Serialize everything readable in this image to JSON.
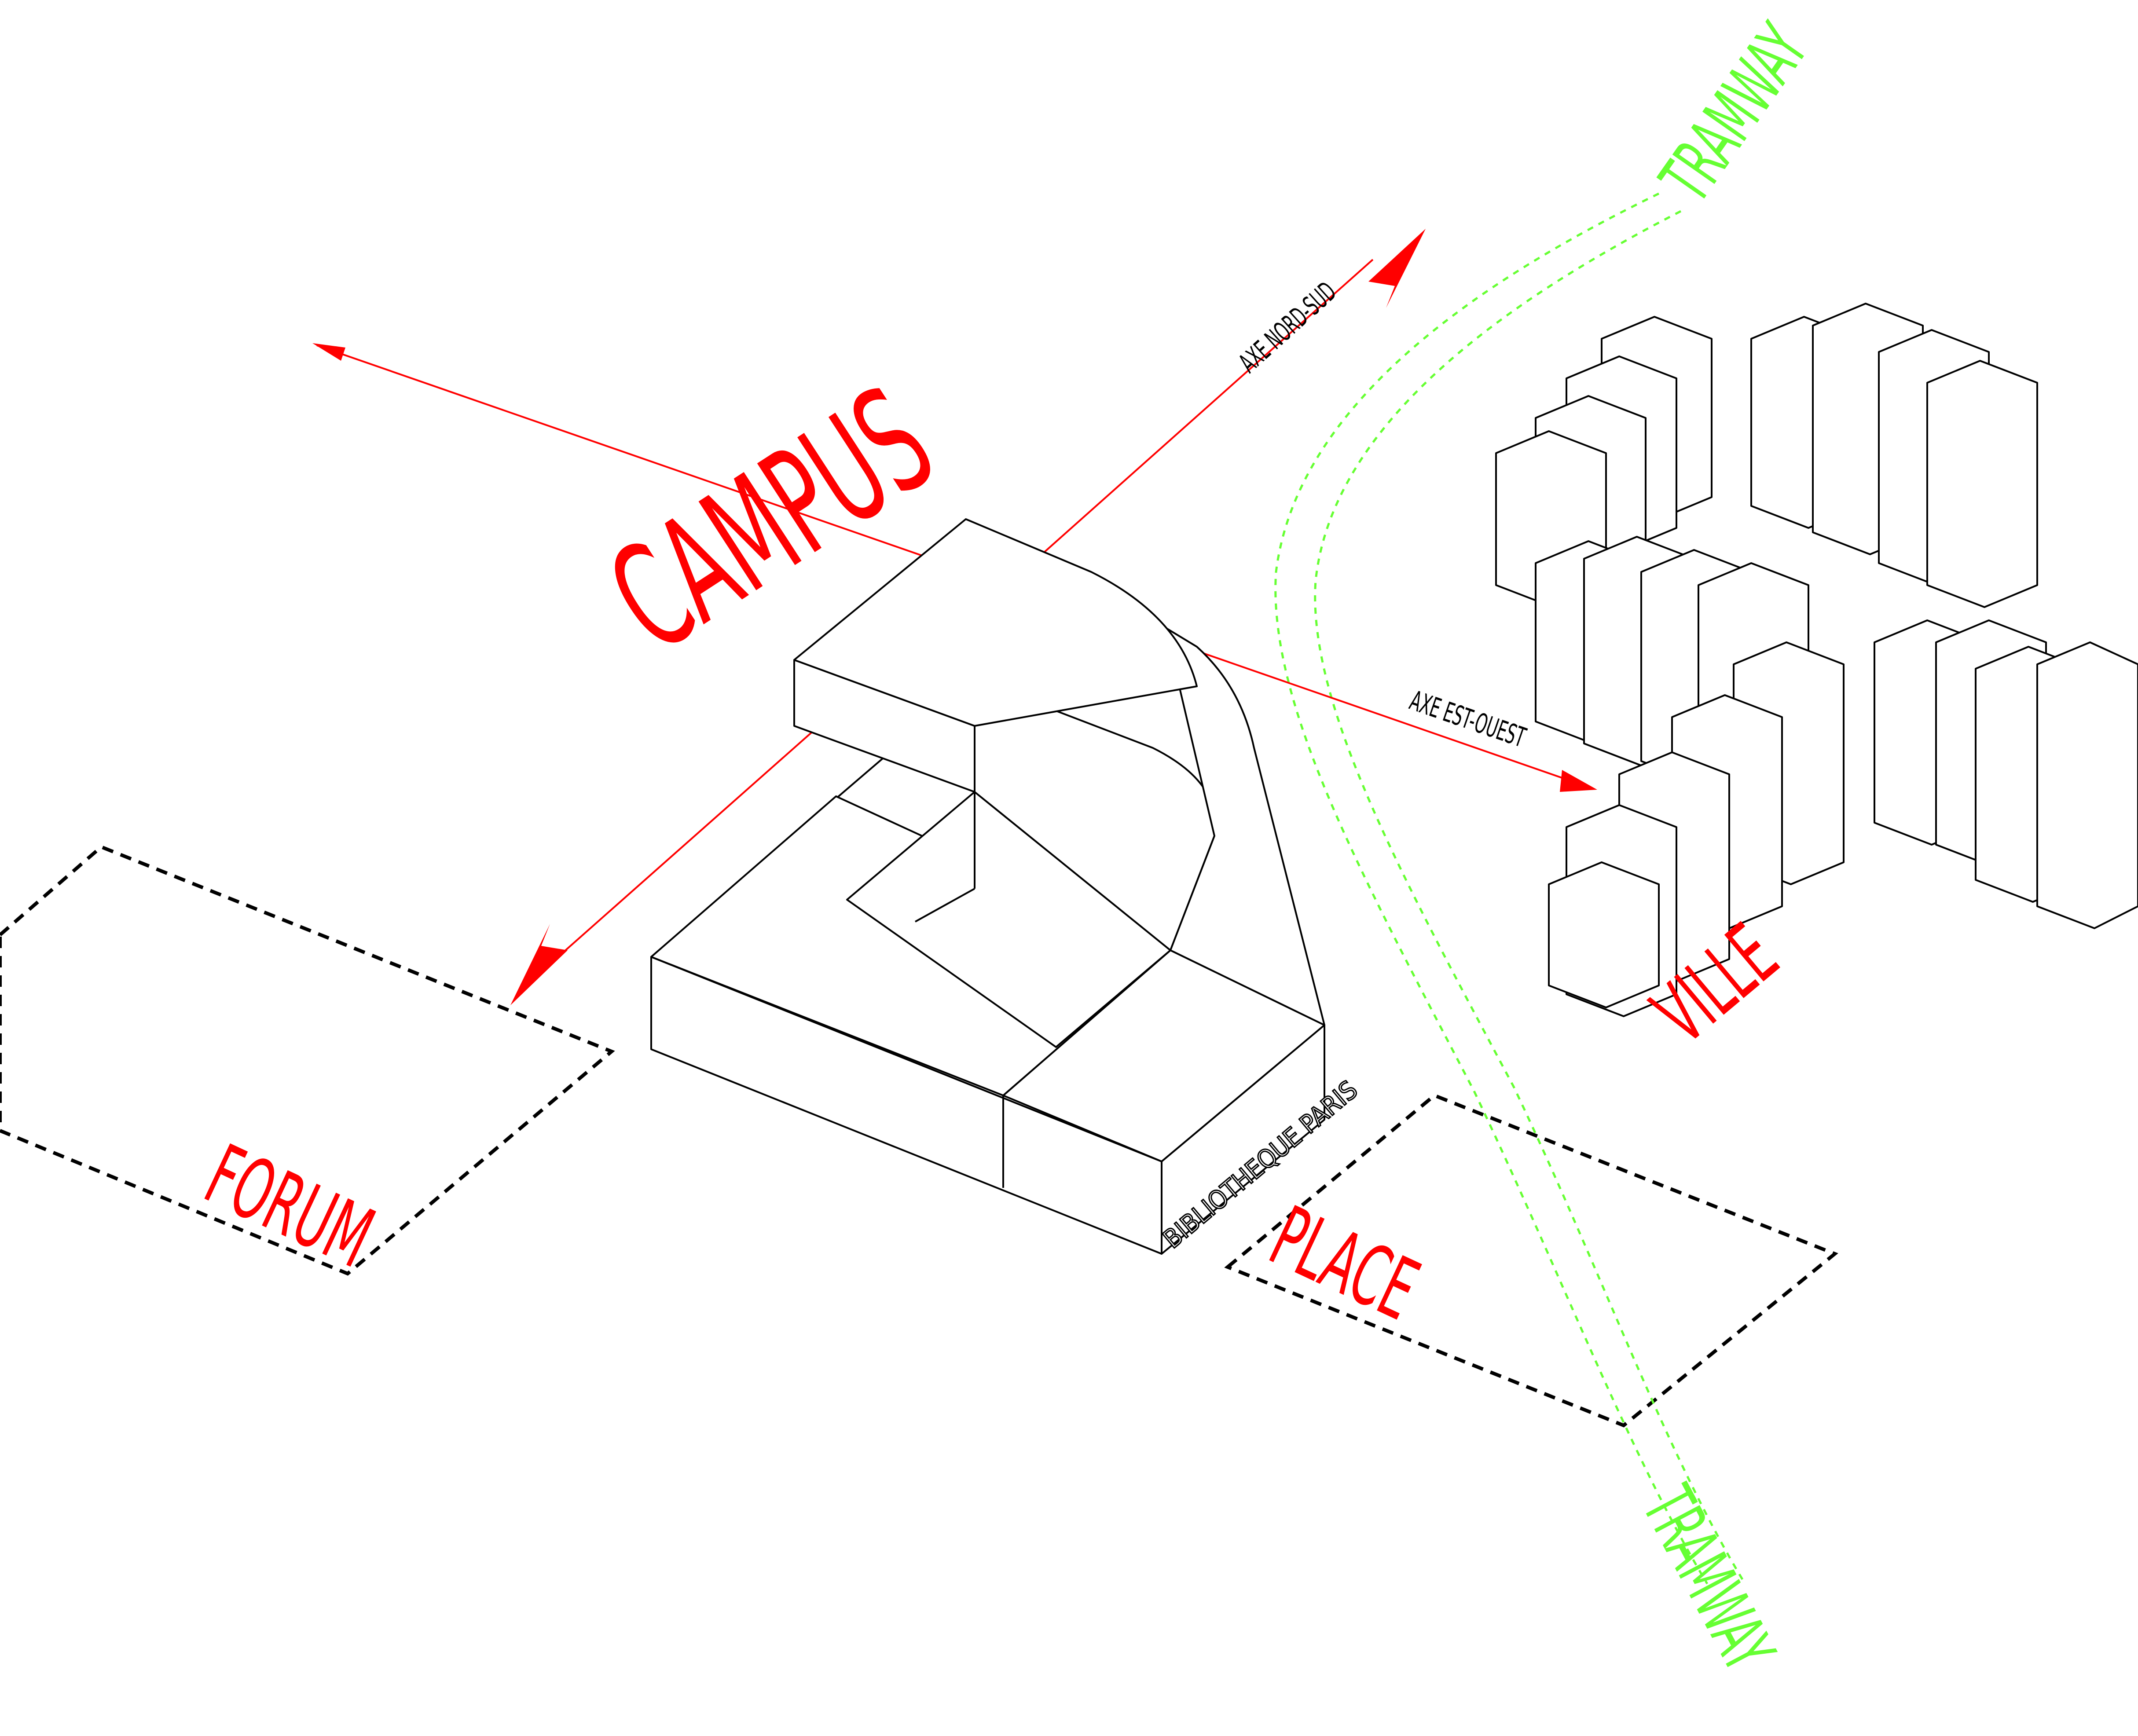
{
  "labels": {
    "campus": "CAMPUS",
    "ville": "VILLE",
    "forum": "FORUM",
    "place": "PLACE",
    "tramway_top": "TRAMWAY",
    "tramway_bottom": "TRAMWAY",
    "axe_nord_sud": "AXE NORD-SUD",
    "axe_est_ouest": "AXE EST-OUEST",
    "bibliotheque": "BIBLIOTHEQUE PARIS"
  },
  "colors": {
    "label_red": "#ff0000",
    "tramway_green": "#66ff33",
    "outline": "#000000",
    "background": "#ffffff"
  }
}
